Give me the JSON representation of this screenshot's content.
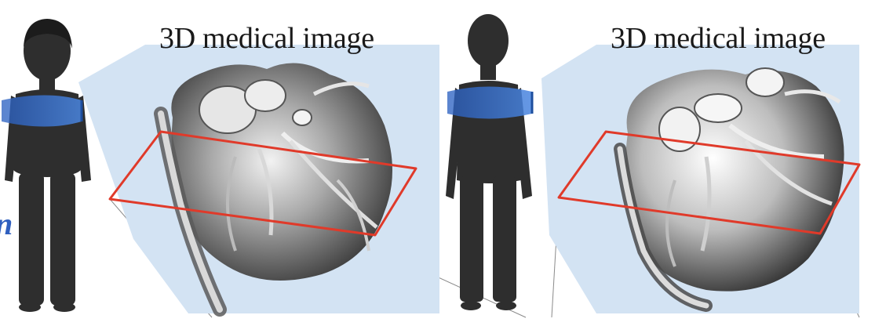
{
  "panels": [
    {
      "caption": "3D medical image",
      "figure": "female",
      "scan_band": "upper chest"
    },
    {
      "caption": "3D medical image",
      "figure": "male",
      "scan_band": "upper chest"
    }
  ],
  "edge_text": "n",
  "colors": {
    "slice_plane": "#e03a2a",
    "volume_backdrop": "#d3e3f3",
    "scan_band": "#2f68c8",
    "figure": "#2e2e2e",
    "edge_text": "#2f5fbf"
  },
  "icons": [
    "female-figure-icon",
    "male-figure-icon",
    "heart-volume-icon"
  ]
}
